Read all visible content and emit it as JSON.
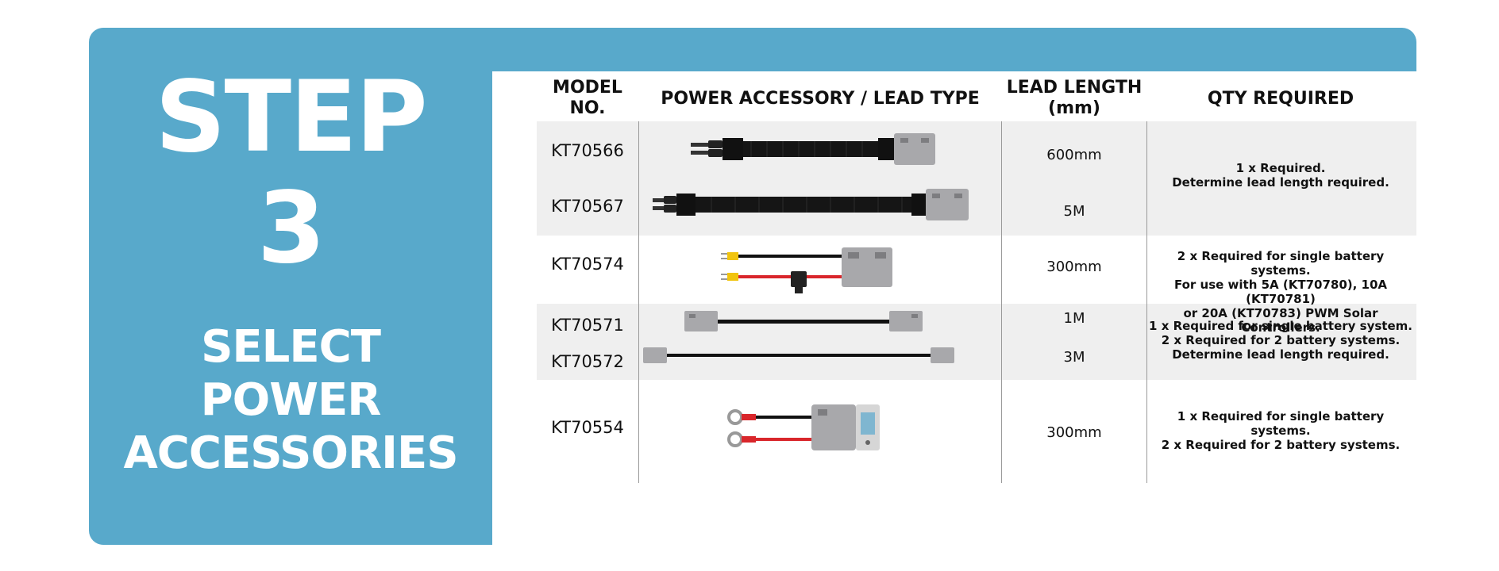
{
  "step": {
    "title": "STEP",
    "number": "3",
    "subtitle_lines": [
      "SELECT",
      "POWER",
      "ACCESSORIES"
    ]
  },
  "table": {
    "headers": {
      "model_line1": "MODEL",
      "model_line2": "NO.",
      "accessory": "POWER ACCESSORY / LEAD TYPE",
      "length_line1": "LEAD LENGTH",
      "length_line2": "(mm)",
      "qty": "QTY REQUIRED"
    },
    "rows": [
      {
        "model": "KT70566",
        "length": "600mm"
      },
      {
        "model": "KT70567",
        "length": "5M"
      },
      {
        "model": "KT70574",
        "length": "300mm"
      },
      {
        "model": "KT70571",
        "length": "1M"
      },
      {
        "model": "KT70572",
        "length": "3M"
      },
      {
        "model": "KT70554",
        "length": "300mm"
      }
    ],
    "qty_groups": [
      {
        "lines": [
          "1 x Required.",
          "Determine lead length required."
        ]
      },
      {
        "lines": [
          "2 x Required for single battery systems.",
          "For use with 5A (KT70780), 10A (KT70781)",
          "or 20A (KT70783) PWM Solar Controllers."
        ]
      },
      {
        "lines": [
          "1 x Required for single battery system.",
          "2 x Required for 2 battery systems.",
          "Determine lead length required."
        ]
      },
      {
        "lines": [
          "1 x Required for single battery systems.",
          "2 x Required for 2 battery systems."
        ]
      }
    ]
  },
  "accessory_images": [
    {
      "icon": "mc4-to-anderson-lead-icon",
      "model": "KT70566"
    },
    {
      "icon": "mc4-to-anderson-lead-long-icon",
      "model": "KT70567"
    },
    {
      "icon": "lug-fuse-anderson-lead-icon",
      "model": "KT70574"
    },
    {
      "icon": "anderson-to-anderson-lead-icon",
      "model": "KT70571"
    },
    {
      "icon": "anderson-to-anderson-lead-long-icon",
      "model": "KT70572"
    },
    {
      "icon": "ring-terminal-anderson-voltmeter-icon",
      "model": "KT70554"
    }
  ],
  "colors": {
    "accent_blue": "#58a9cb",
    "row_grey": "#efefef",
    "anderson_grey": "#a8a8ab",
    "wire_red": "#d9262b",
    "wire_black": "#111111"
  }
}
